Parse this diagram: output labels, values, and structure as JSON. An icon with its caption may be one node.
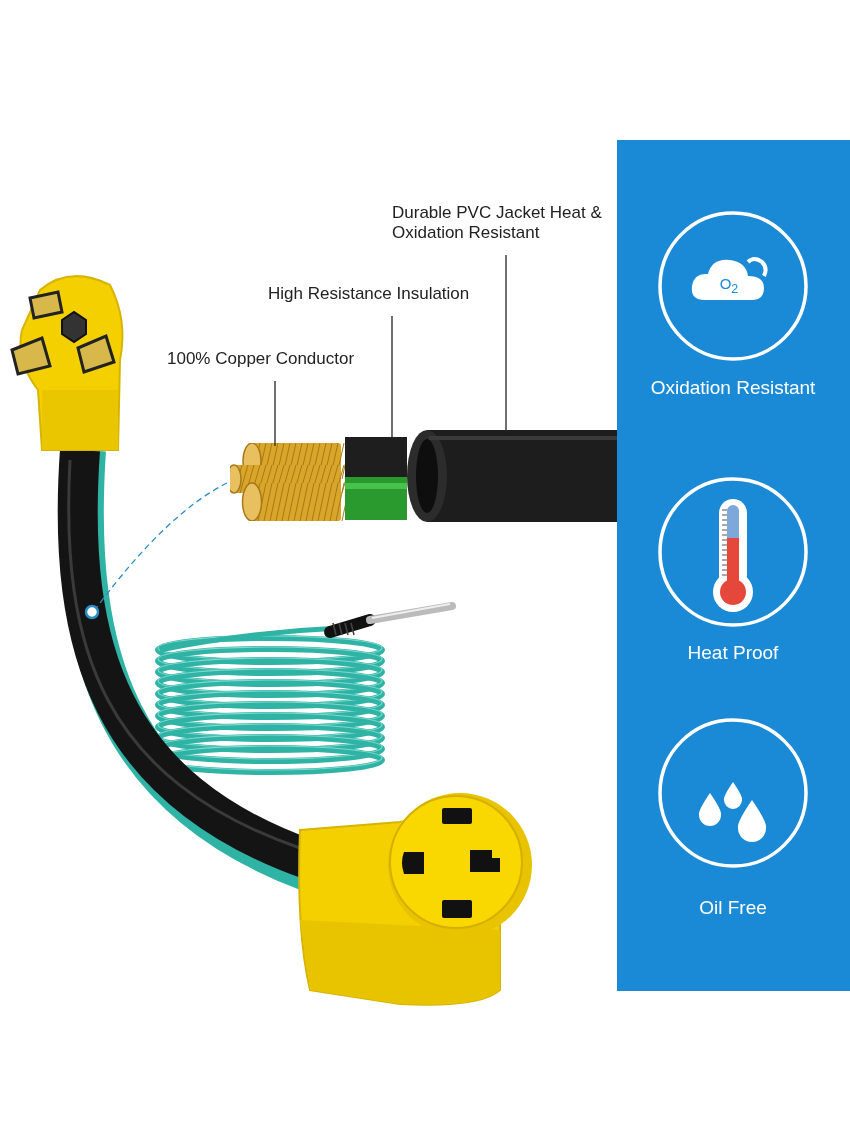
{
  "diagram": {
    "nodes": [
      {
        "text": [
          "Durable PVC Jacket Heat & Oxidation Resistant"
        ]
      },
      {
        "text": [
          "High Resistance Insulation"
        ]
      },
      {
        "text": [
          "100% Copper Conductor"
        ]
      },
      {
        "text": [],
        "shape": "picture"
      },
      {
        "text": [],
        "shape": "picture",
        "in": 3
      },
      {
        "text": [],
        "shape": "picture",
        "in": 3
      },
      {
        "text": [],
        "shape": "picture",
        "in": 3
      },
      {
        "text": [],
        "shape": "circle"
      }
    ],
    "edges": [
      {
        "from": 0,
        "to": 4,
        "arrow": "none"
      },
      {
        "from": 1,
        "to": 5,
        "arrow": "none"
      },
      {
        "from": 2,
        "to": 6,
        "arrow": "none"
      },
      {
        "from": 3,
        "to": 7,
        "arrow": "none",
        "style": "dashed",
        "color": "#2b8cc4"
      }
    ],
    "labels": [
      "O$_{2}$",
      "Oxidation Resistant",
      "Heat Proof",
      "Oil Free"
    ]
  }
}
